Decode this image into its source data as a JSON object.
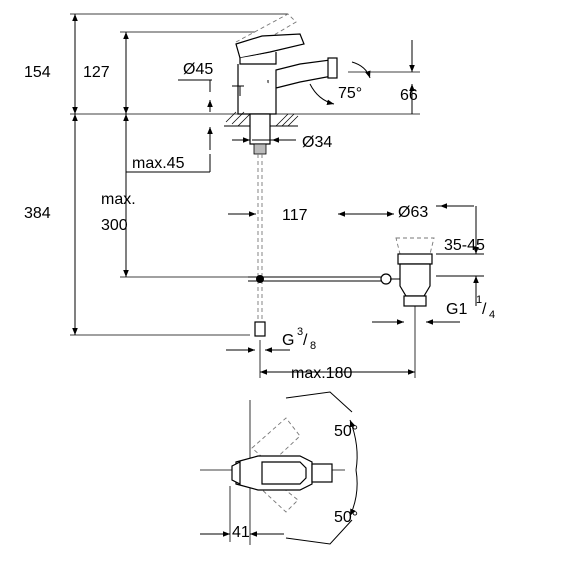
{
  "dimensions": {
    "total_height": "154",
    "spout_height": "127",
    "body_diameter": "Ø45",
    "spout_angle": "75°",
    "spout_reach": "66",
    "hole_diameter": "Ø34",
    "max_deck": "max.45",
    "hose_length": "384",
    "hose_max_line1": "max.",
    "hose_max_line2": "300",
    "tail_length": "117",
    "waste_diameter": "Ø63",
    "waste_adjust": "35-45",
    "waste_thread_main": "G1",
    "waste_thread_num": "1",
    "waste_thread_den": "4",
    "connection_main": "G",
    "connection_num": "3",
    "connection_den": "8",
    "max_width": "max.180",
    "lever_angle_top": "50°",
    "lever_angle_bottom": "50°",
    "lever_offset": "41"
  }
}
